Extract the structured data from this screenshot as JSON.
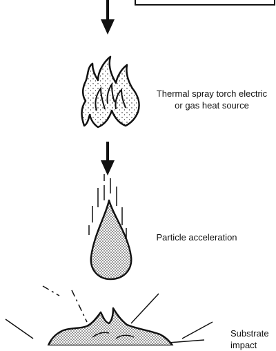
{
  "heat_source": {
    "line1": "Thermal spray torch electric",
    "line2": "or gas heat source"
  },
  "acceleration": {
    "label": "Particle acceleration"
  },
  "substrate": {
    "line1": "Substrate",
    "line2": "impact"
  },
  "colors": {
    "ink": "#111111",
    "background": "#ffffff"
  }
}
